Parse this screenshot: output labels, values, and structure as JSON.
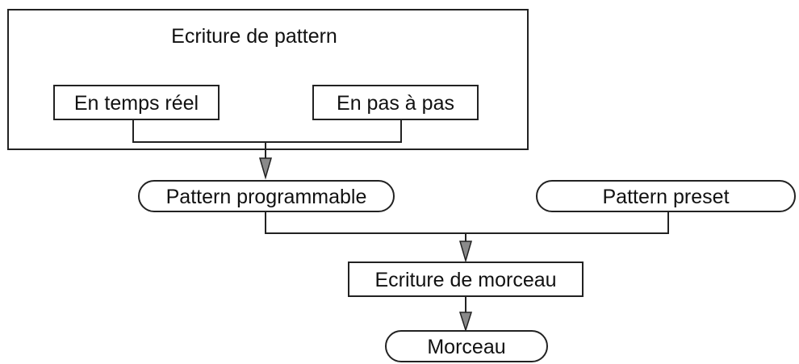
{
  "diagram": {
    "group_title": "Ecriture de pattern",
    "realtime": "En temps réel",
    "step": "En pas à pas",
    "programmable": "Pattern programmable",
    "preset": "Pattern preset",
    "song_writing": "Ecriture de morceau",
    "song": "Morceau"
  },
  "style": {
    "line_color": "#222222",
    "arrow_fill": "#8a8a8a"
  }
}
